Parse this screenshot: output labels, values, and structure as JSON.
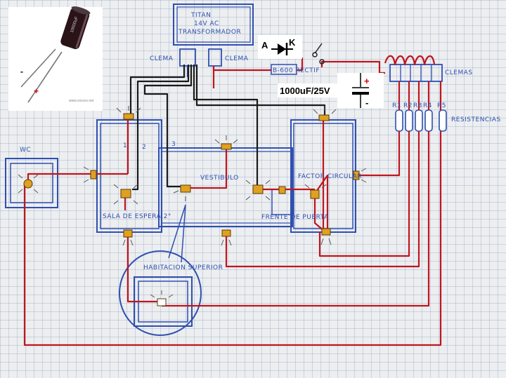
{
  "transformer": {
    "title": "TITAN",
    "line2": "14V AC",
    "line3": "TRANSFORMADOR"
  },
  "clema_left": "CLEMA",
  "clema_right": "CLEMA",
  "rectifier": "B-600 RECTIF",
  "diode": {
    "anode": "A",
    "cathode": "K"
  },
  "capacitor_value": "1000uF/25V",
  "capacitor_plus": "+",
  "capacitor_minus": "-",
  "photo": {
    "minus": "-",
    "plus": "+",
    "url": "www.xxxxxx.net"
  },
  "clemas": "CLEMAS",
  "resistors": [
    "R1",
    "R2",
    "R3",
    "R4",
    "R5"
  ],
  "resistencias": "RESISTENCIAS",
  "rooms": {
    "wc": "WC",
    "sala": "SALA DE ESPERA 2°",
    "vestibulo": "VESTIBULO",
    "factor": "FACTOR CIRCULAR",
    "frente": "FRENTE DE PUERTA",
    "habitacion": "HABITACION SUPERIOR"
  },
  "zone_numbers": [
    "1",
    "2",
    "3"
  ],
  "colors": {
    "blue_ink": "#2f4fb0",
    "red_wire": "#c0151e",
    "black_wire": "#1a1a1a",
    "lamp": "#e0a020"
  }
}
